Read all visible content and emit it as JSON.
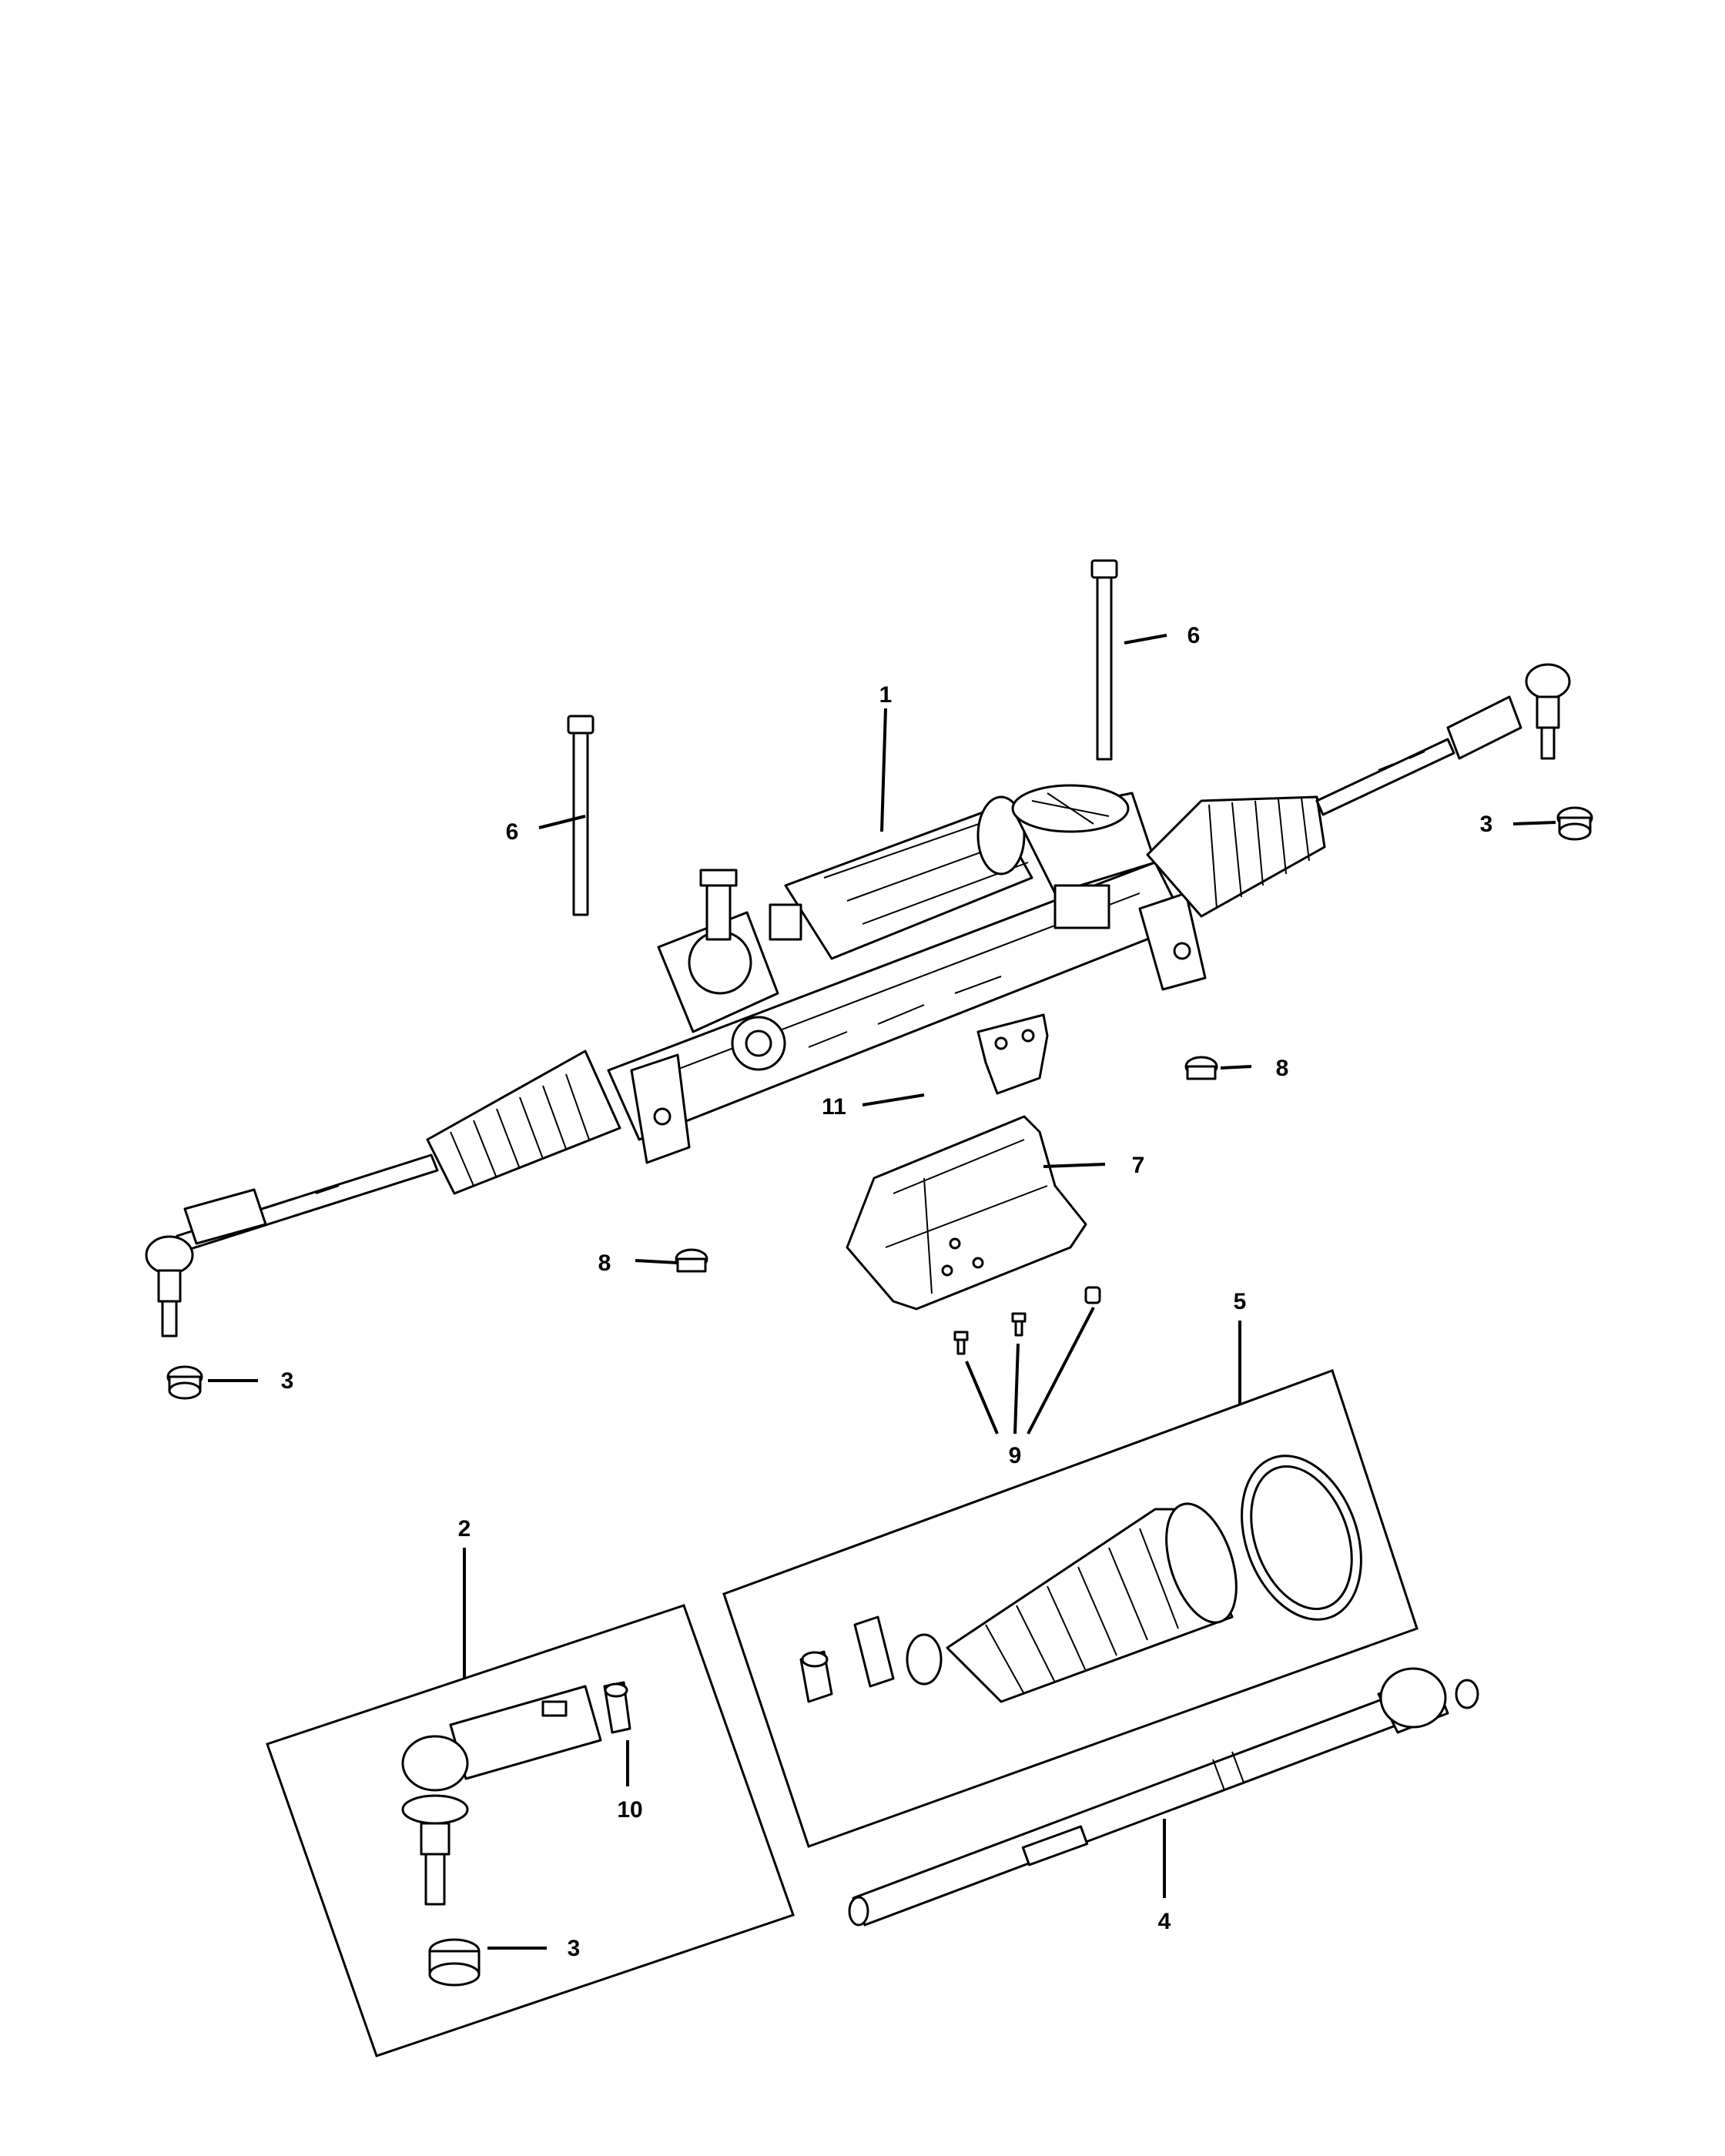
{
  "diagram": {
    "callouts": {
      "c1": "1",
      "c2": "2",
      "c3a": "3",
      "c3b": "3",
      "c3c": "3",
      "c4": "4",
      "c5": "5",
      "c6a": "6",
      "c6b": "6",
      "c7": "7",
      "c8a": "8",
      "c8b": "8",
      "c9": "9",
      "c10": "10",
      "c11": "11"
    }
  }
}
